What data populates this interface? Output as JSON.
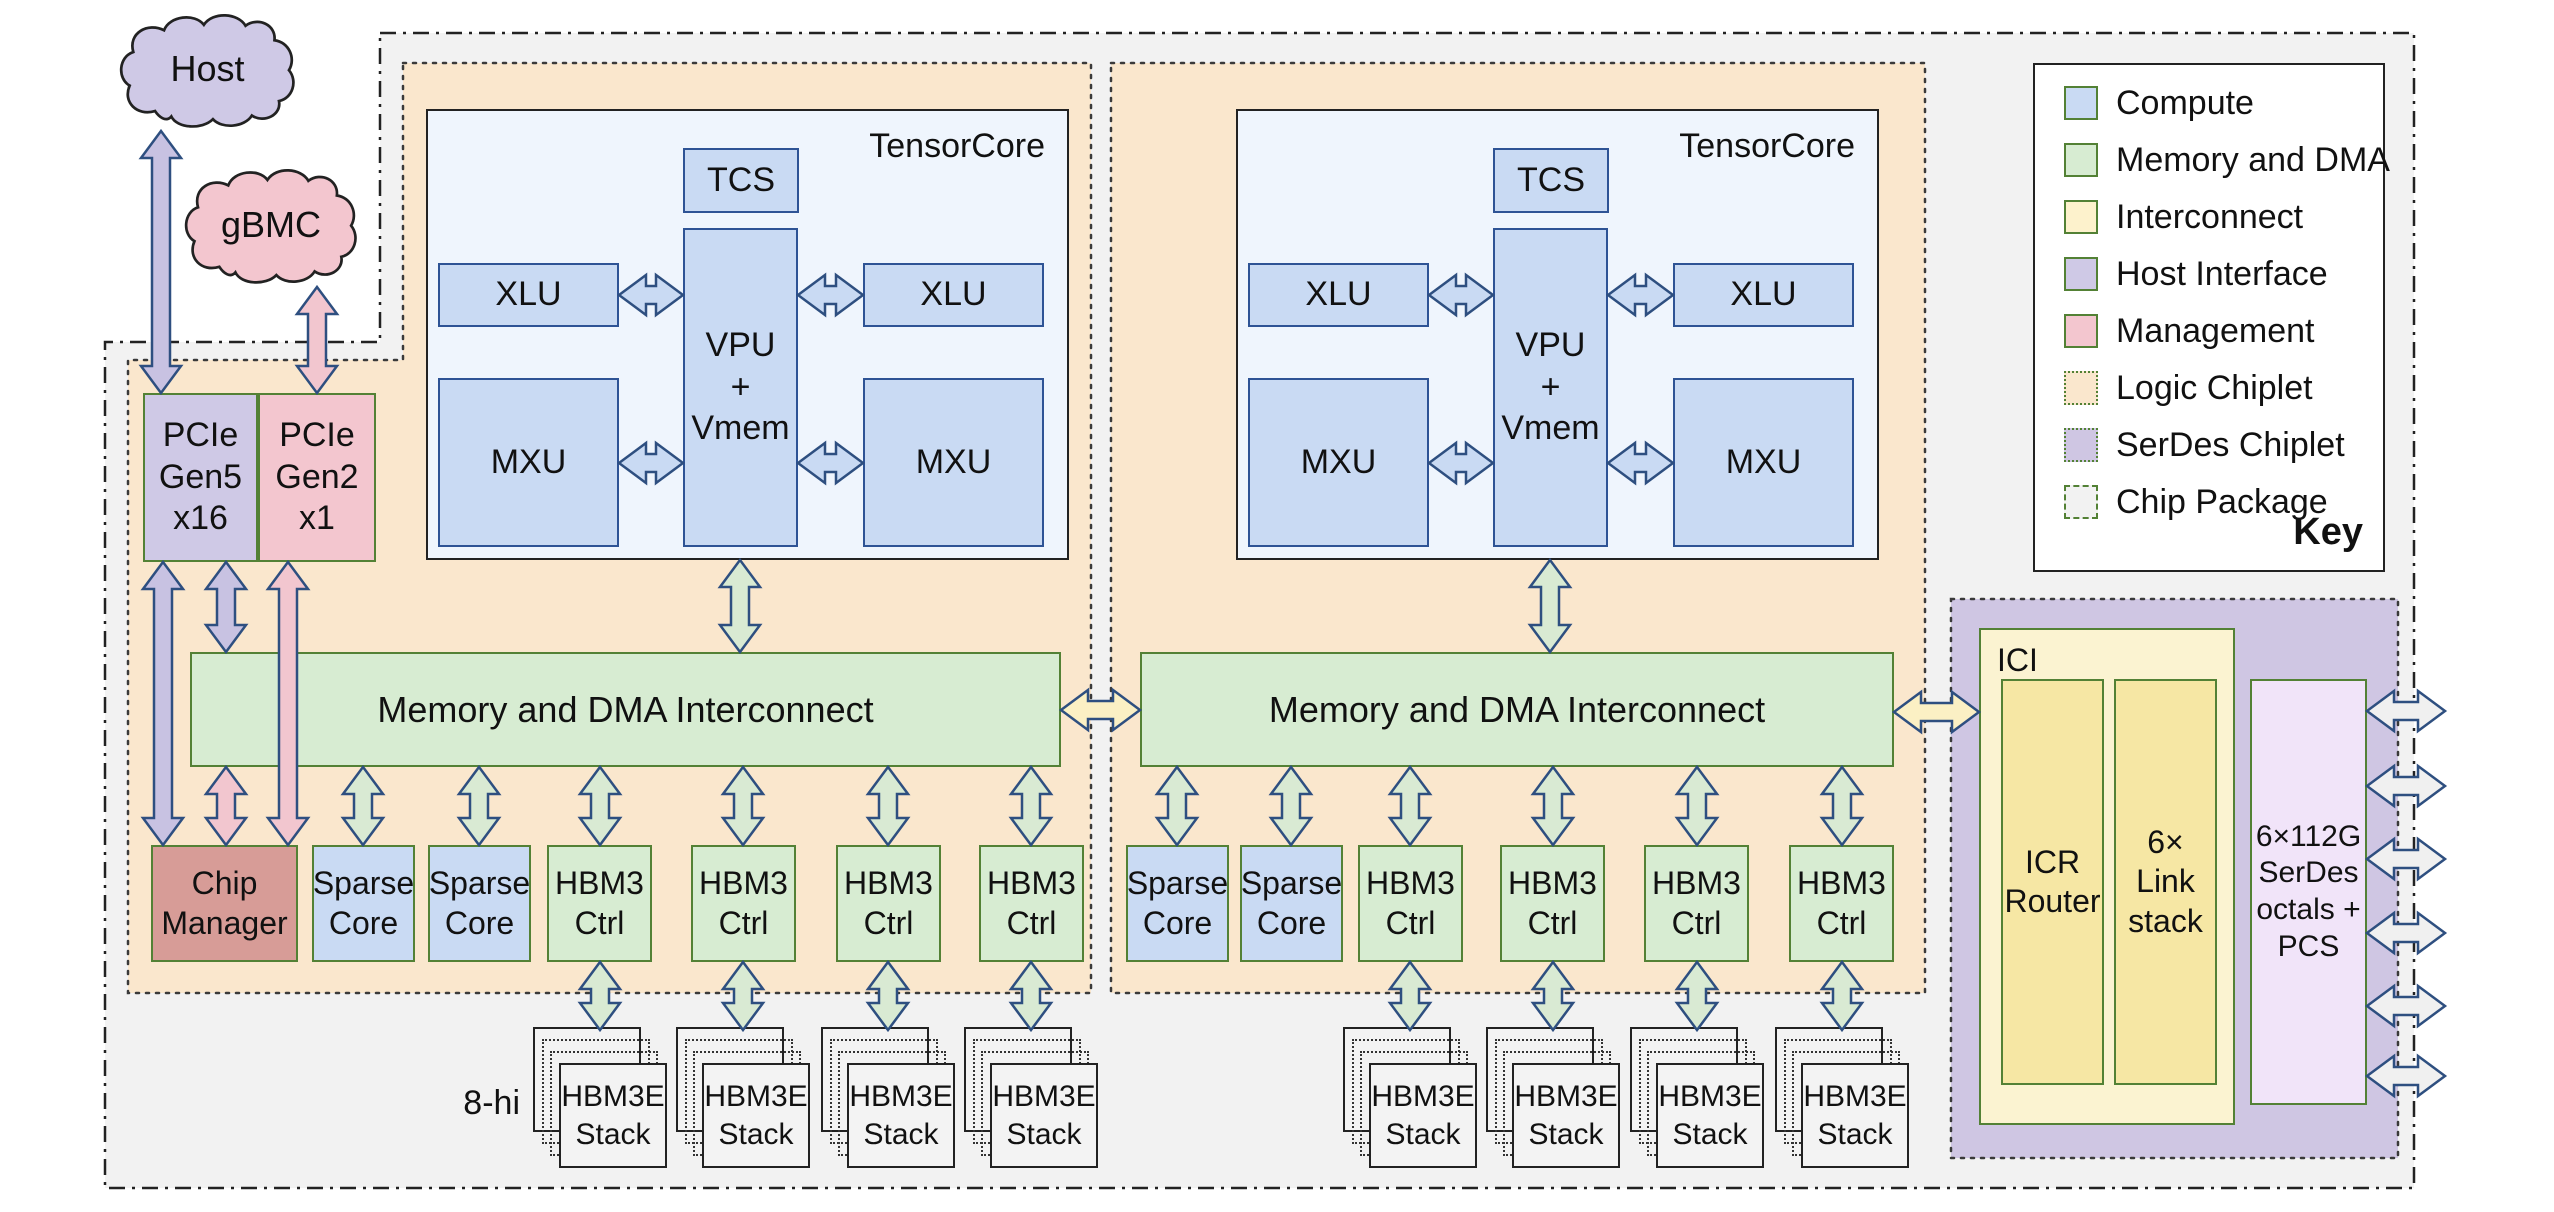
{
  "palette": {
    "package_fill": "#f2f2f2",
    "package_border": "#222222",
    "logic_chiplet_fill": "#fae7cd",
    "serdes_chiplet_fill": "#cfc6e3",
    "chiplet_border": "#3a3a3a",
    "tensorcore_fill": "#eff5fd",
    "tensorcore_border": "#222222",
    "compute_fill": "#c9daf3",
    "compute_border": "#2e5395",
    "memory_fill": "#d7ecd2",
    "green_border": "#538135",
    "host_fill": "#cfc9e6",
    "management_fill": "#f3c6cf",
    "chip_manager_fill": "#d79c97",
    "interconnect_key_fill": "#fdf2cc",
    "ici_fill": "#fbf3d1",
    "ici_inner_fill": "#f6e7a4",
    "serdes_box_fill": "#f1e4f9",
    "stack_fill": "#f3f3f3",
    "stack_border": "#222222",
    "arrow_outline": "#2e4f80",
    "arrow_purple": "#c8c2e2",
    "arrow_pink": "#f2c6cf",
    "arrow_green": "#d9ead3",
    "arrow_blue": "#c9daf3",
    "arrow_yellow": "#fbf0c4",
    "arrow_grey": "#f0f0f0",
    "cloud_outline": "#222222"
  },
  "clouds": {
    "host": "Host",
    "gbmc": "gBMC"
  },
  "labels": {
    "tensorcore": "TensorCore",
    "tcs": "TCS",
    "xlu": "XLU",
    "mxu": "MXU",
    "vpu": [
      "VPU",
      "+",
      "Vmem"
    ],
    "interconnect": "Memory and DMA Interconnect",
    "pcie_gen5": [
      "PCIe",
      "Gen5",
      "x16"
    ],
    "pcie_gen2": [
      "PCIe",
      "Gen2",
      "x1"
    ],
    "chip_manager": [
      "Chip",
      "Manager"
    ],
    "sparse_core": [
      "Sparse",
      "Core"
    ],
    "hbm3_ctrl": [
      "HBM3",
      "Ctrl"
    ],
    "hbm3e_stack": [
      "HBM3E",
      "Stack"
    ],
    "stack_height": "8-hi",
    "ici": "ICI",
    "icr_router": [
      "ICR",
      "Router"
    ],
    "link_stack": [
      "6×",
      "Link",
      "stack"
    ],
    "serdes": [
      "6×112G",
      "SerDes",
      "octals +",
      "PCS"
    ]
  },
  "key": {
    "title": "Key",
    "items": [
      {
        "label": "Compute",
        "fill_key": "compute_fill",
        "border_style": "solid"
      },
      {
        "label": "Memory and DMA",
        "fill_key": "memory_fill",
        "border_style": "solid"
      },
      {
        "label": "Interconnect",
        "fill_key": "interconnect_key_fill",
        "border_style": "solid"
      },
      {
        "label": "Host Interface",
        "fill_key": "host_fill",
        "border_style": "solid"
      },
      {
        "label": "Management",
        "fill_key": "management_fill",
        "border_style": "solid"
      },
      {
        "label": "Logic Chiplet",
        "fill_key": "logic_chiplet_fill",
        "border_style": "dotted"
      },
      {
        "label": "SerDes Chiplet",
        "fill_key": "serdes_chiplet_fill",
        "border_style": "dotted"
      },
      {
        "label": "Chip Package",
        "fill_key": "package_fill",
        "border_style": "dashed"
      }
    ]
  }
}
